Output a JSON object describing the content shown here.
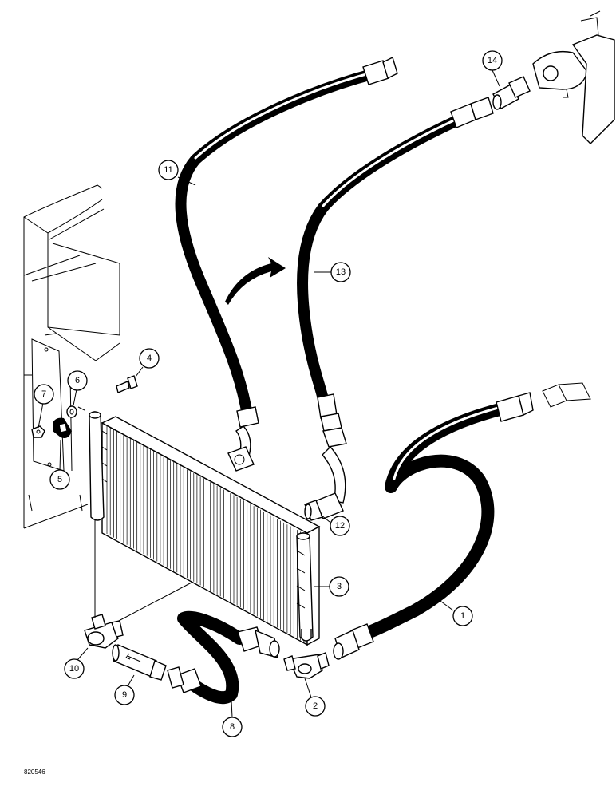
{
  "drawing_id": "820546",
  "callouts": [
    {
      "id": "1",
      "label": "1"
    },
    {
      "id": "2",
      "label": "2"
    },
    {
      "id": "3",
      "label": "3"
    },
    {
      "id": "4",
      "label": "4"
    },
    {
      "id": "5",
      "label": "5"
    },
    {
      "id": "6",
      "label": "6"
    },
    {
      "id": "7",
      "label": "7"
    },
    {
      "id": "8",
      "label": "8"
    },
    {
      "id": "9",
      "label": "9"
    },
    {
      "id": "10",
      "label": "10"
    },
    {
      "id": "11",
      "label": "11"
    },
    {
      "id": "12",
      "label": "12"
    },
    {
      "id": "13",
      "label": "13"
    },
    {
      "id": "14",
      "label": "14"
    }
  ],
  "colors": {
    "ink": "#000000",
    "paper": "#ffffff"
  }
}
